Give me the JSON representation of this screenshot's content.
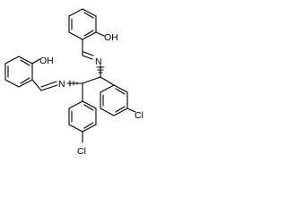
{
  "molecule": {
    "labels": {
      "hydroxyl_top": "OH",
      "hydroxyl_left": "OH",
      "imine_n_top": "N",
      "imine_n_left": "N",
      "chlorine_right": "Cl",
      "chlorine_bottom": "Cl"
    },
    "colors": {
      "bond": "#000000",
      "label": "#000000",
      "background": "#ffffff"
    }
  }
}
